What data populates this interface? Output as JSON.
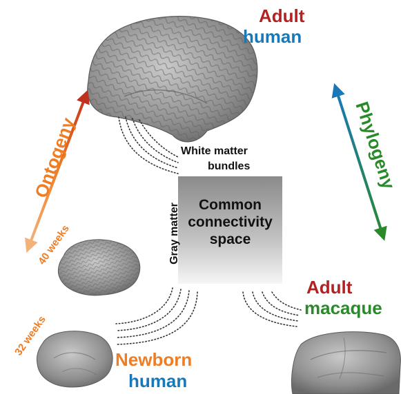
{
  "labels": {
    "adult_human": {
      "line1": "Adult",
      "line2": "human"
    },
    "newborn_human": {
      "line1": "Newborn",
      "line2": "human"
    },
    "adult_macaque": {
      "line1": "Adult",
      "line2": "macaque"
    },
    "ontogeny": "Ontogeny",
    "phylogeny": "Phylogeny",
    "weeks_40": "40 weeks",
    "weeks_32": "32 weeks",
    "white_matter": {
      "line1": "White matter",
      "line2": "bundles"
    },
    "gray_matter": "Gray matter",
    "common_space": {
      "line1": "Common",
      "line2": "connectivity",
      "line3": "space"
    }
  },
  "colors": {
    "adult_red": "#b22222",
    "human_blue": "#1a78b8",
    "ontogeny_orange": "#ee7d24",
    "macaque_green": "#2a8a2a",
    "brain_gray": "#8e8e8e"
  }
}
